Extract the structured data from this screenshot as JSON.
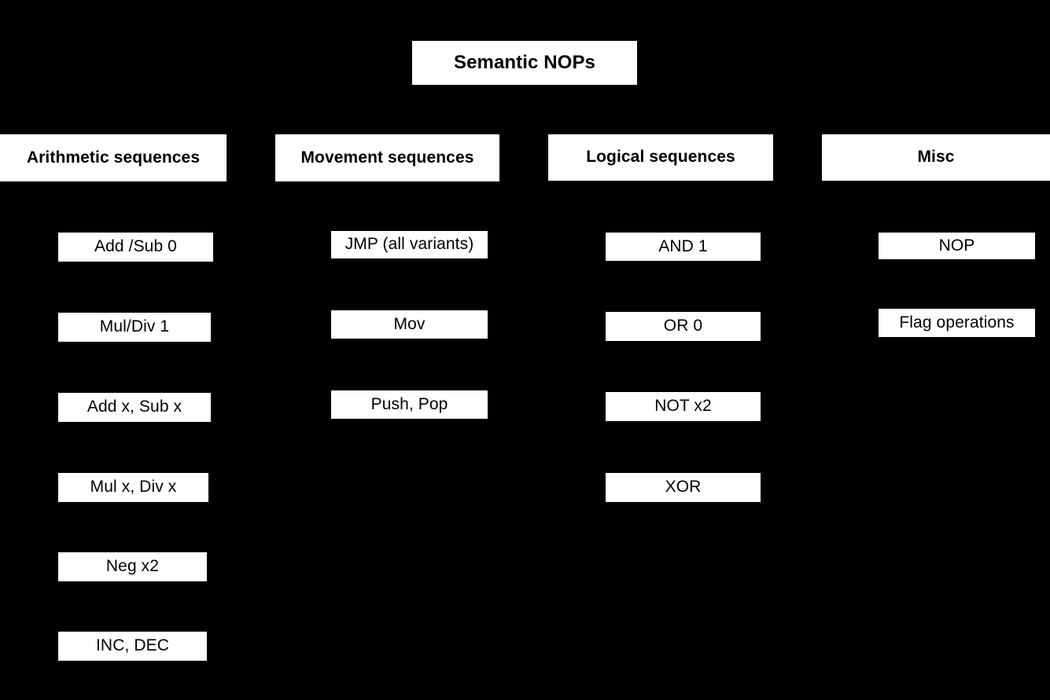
{
  "diagram": {
    "title": "Semantic NOPs",
    "background_color": "#000000",
    "box_fill_color": "#ffffff",
    "text_color": "#000000",
    "columns": [
      {
        "header": "Arithmetic sequences",
        "items": [
          "Add /Sub 0",
          "Mul/Div 1",
          "Add x, Sub x",
          "Mul x, Div x",
          "Neg x2",
          "INC, DEC"
        ]
      },
      {
        "header": "Movement sequences",
        "items": [
          "JMP (all variants)",
          "Mov",
          "Push, Pop"
        ]
      },
      {
        "header": "Logical sequences",
        "items": [
          "AND 1",
          "OR 0",
          "NOT x2",
          "XOR"
        ]
      },
      {
        "header": "Misc",
        "items": [
          "NOP",
          "Flag operations"
        ]
      }
    ]
  }
}
